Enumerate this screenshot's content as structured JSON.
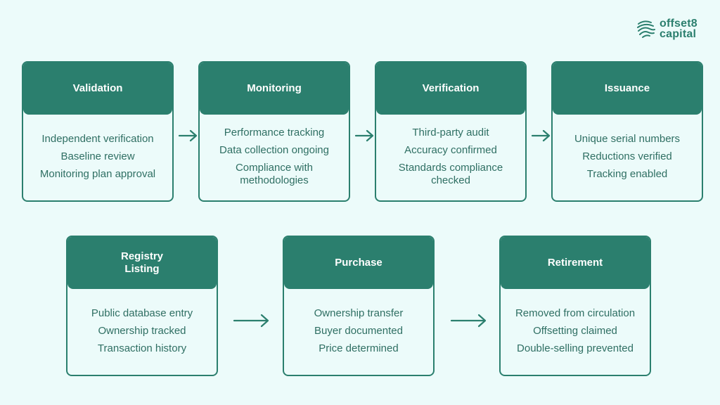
{
  "brand": {
    "line1": "offset8",
    "line2": "capital",
    "accent": "#2b7f6e"
  },
  "steps": [
    {
      "title": "Validation",
      "items": [
        "Independent verification",
        "Baseline review",
        "Monitoring plan approval"
      ]
    },
    {
      "title": "Monitoring",
      "items": [
        "Performance tracking",
        "Data collection ongoing",
        "Compliance with\nmethodologies"
      ]
    },
    {
      "title": "Verification",
      "items": [
        "Third-party audit",
        "Accuracy confirmed",
        "Standards compliance\nchecked"
      ]
    },
    {
      "title": "Issuance",
      "items": [
        "Unique serial numbers",
        "Reductions verified",
        "Tracking enabled"
      ]
    },
    {
      "title": "Registry\nListing",
      "items": [
        "Public database entry",
        "Ownership tracked",
        "Transaction history"
      ]
    },
    {
      "title": "Purchase",
      "items": [
        "Ownership transfer",
        "Buyer documented",
        "Price determined"
      ]
    },
    {
      "title": "Retirement",
      "items": [
        "Removed from circulation",
        "Offsetting claimed",
        "Double-selling prevented"
      ]
    }
  ]
}
